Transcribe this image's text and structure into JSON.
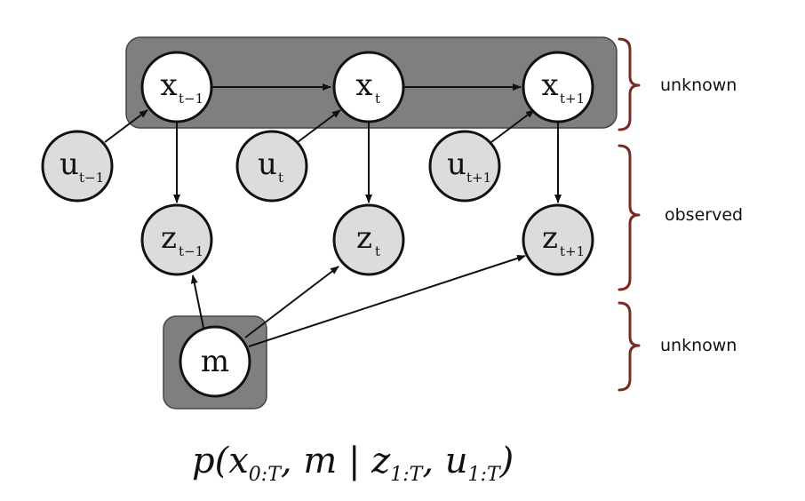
{
  "nodes": {
    "x_prev": {
      "base": "x",
      "sub": "t−1"
    },
    "x_t": {
      "base": "x",
      "sub": "t"
    },
    "x_next": {
      "base": "x",
      "sub": "t+1"
    },
    "u_prev": {
      "base": "u",
      "sub": "t−1"
    },
    "u_t": {
      "base": "u",
      "sub": "t"
    },
    "u_next": {
      "base": "u",
      "sub": "t+1"
    },
    "z_prev": {
      "base": "z",
      "sub": "t−1"
    },
    "z_t": {
      "base": "z",
      "sub": "t"
    },
    "z_next": {
      "base": "z",
      "sub": "t+1"
    },
    "m": {
      "base": "m",
      "sub": ""
    }
  },
  "brackets": {
    "top": "unknown",
    "middle": "observed",
    "bottom": "unknown"
  },
  "formula": {
    "p": "p(",
    "x": "x",
    "x_sub": "0:T",
    "sep1": ", ",
    "m": "m",
    "bar": " | ",
    "z": "z",
    "z_sub": "1:T",
    "sep2": ", ",
    "u": "u",
    "u_sub": "1:T",
    "close": ")"
  },
  "colors": {
    "group_fill": "#7f7f7f",
    "observed_fill": "#dcdcdc",
    "hidden_fill": "#ffffff",
    "brace": "#7a2a22"
  }
}
